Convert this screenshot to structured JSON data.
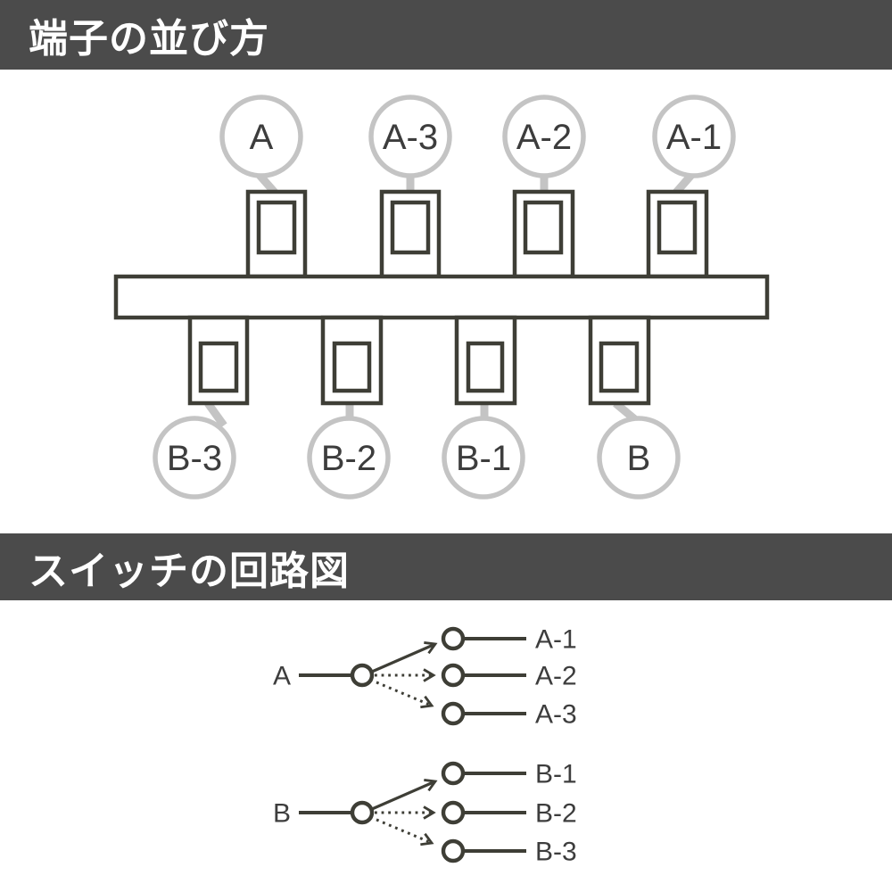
{
  "headers": {
    "terminal_layout": "端子の並び方",
    "switch_circuit": "スイッチの回路図"
  },
  "colors": {
    "header_bg": "#4b4b4b",
    "header_text": "#ffffff",
    "line_dark": "#3e3e36",
    "connector_gray": "#c4c4c4",
    "label_text": "#3d3d3d",
    "background": "#ffffff"
  },
  "terminal_diagram": {
    "top_row": [
      {
        "label": "A"
      },
      {
        "label": "A-3"
      },
      {
        "label": "A-2"
      },
      {
        "label": "A-1"
      }
    ],
    "bottom_row": [
      {
        "label": "B-3"
      },
      {
        "label": "B-2"
      },
      {
        "label": "B-1"
      },
      {
        "label": "B"
      }
    ]
  },
  "circuits": [
    {
      "input": "A",
      "outputs": [
        "A-1",
        "A-2",
        "A-3"
      ]
    },
    {
      "input": "B",
      "outputs": [
        "B-1",
        "B-2",
        "B-3"
      ]
    }
  ]
}
